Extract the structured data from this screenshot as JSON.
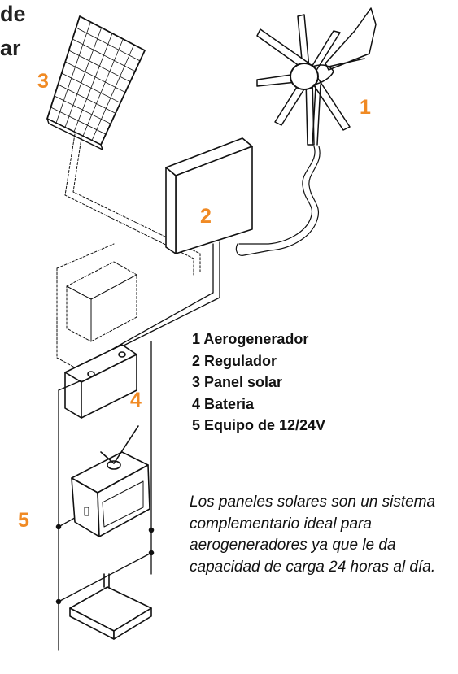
{
  "title_fragments": [
    "de",
    "ar"
  ],
  "markers": [
    "1",
    "2",
    "3",
    "4",
    "5"
  ],
  "legend": [
    "1 Aerogenerador",
    "2 Regulador",
    "3 Panel solar",
    "4 Bateria",
    "5 Equipo de 12/24V"
  ],
  "note": "Los paneles solares son un sistema complementario ideal para aerogeneradores ya que le da capacidad de carga 24 horas al día.",
  "colors": {
    "marker": "#f08a24",
    "line": "#111111"
  }
}
